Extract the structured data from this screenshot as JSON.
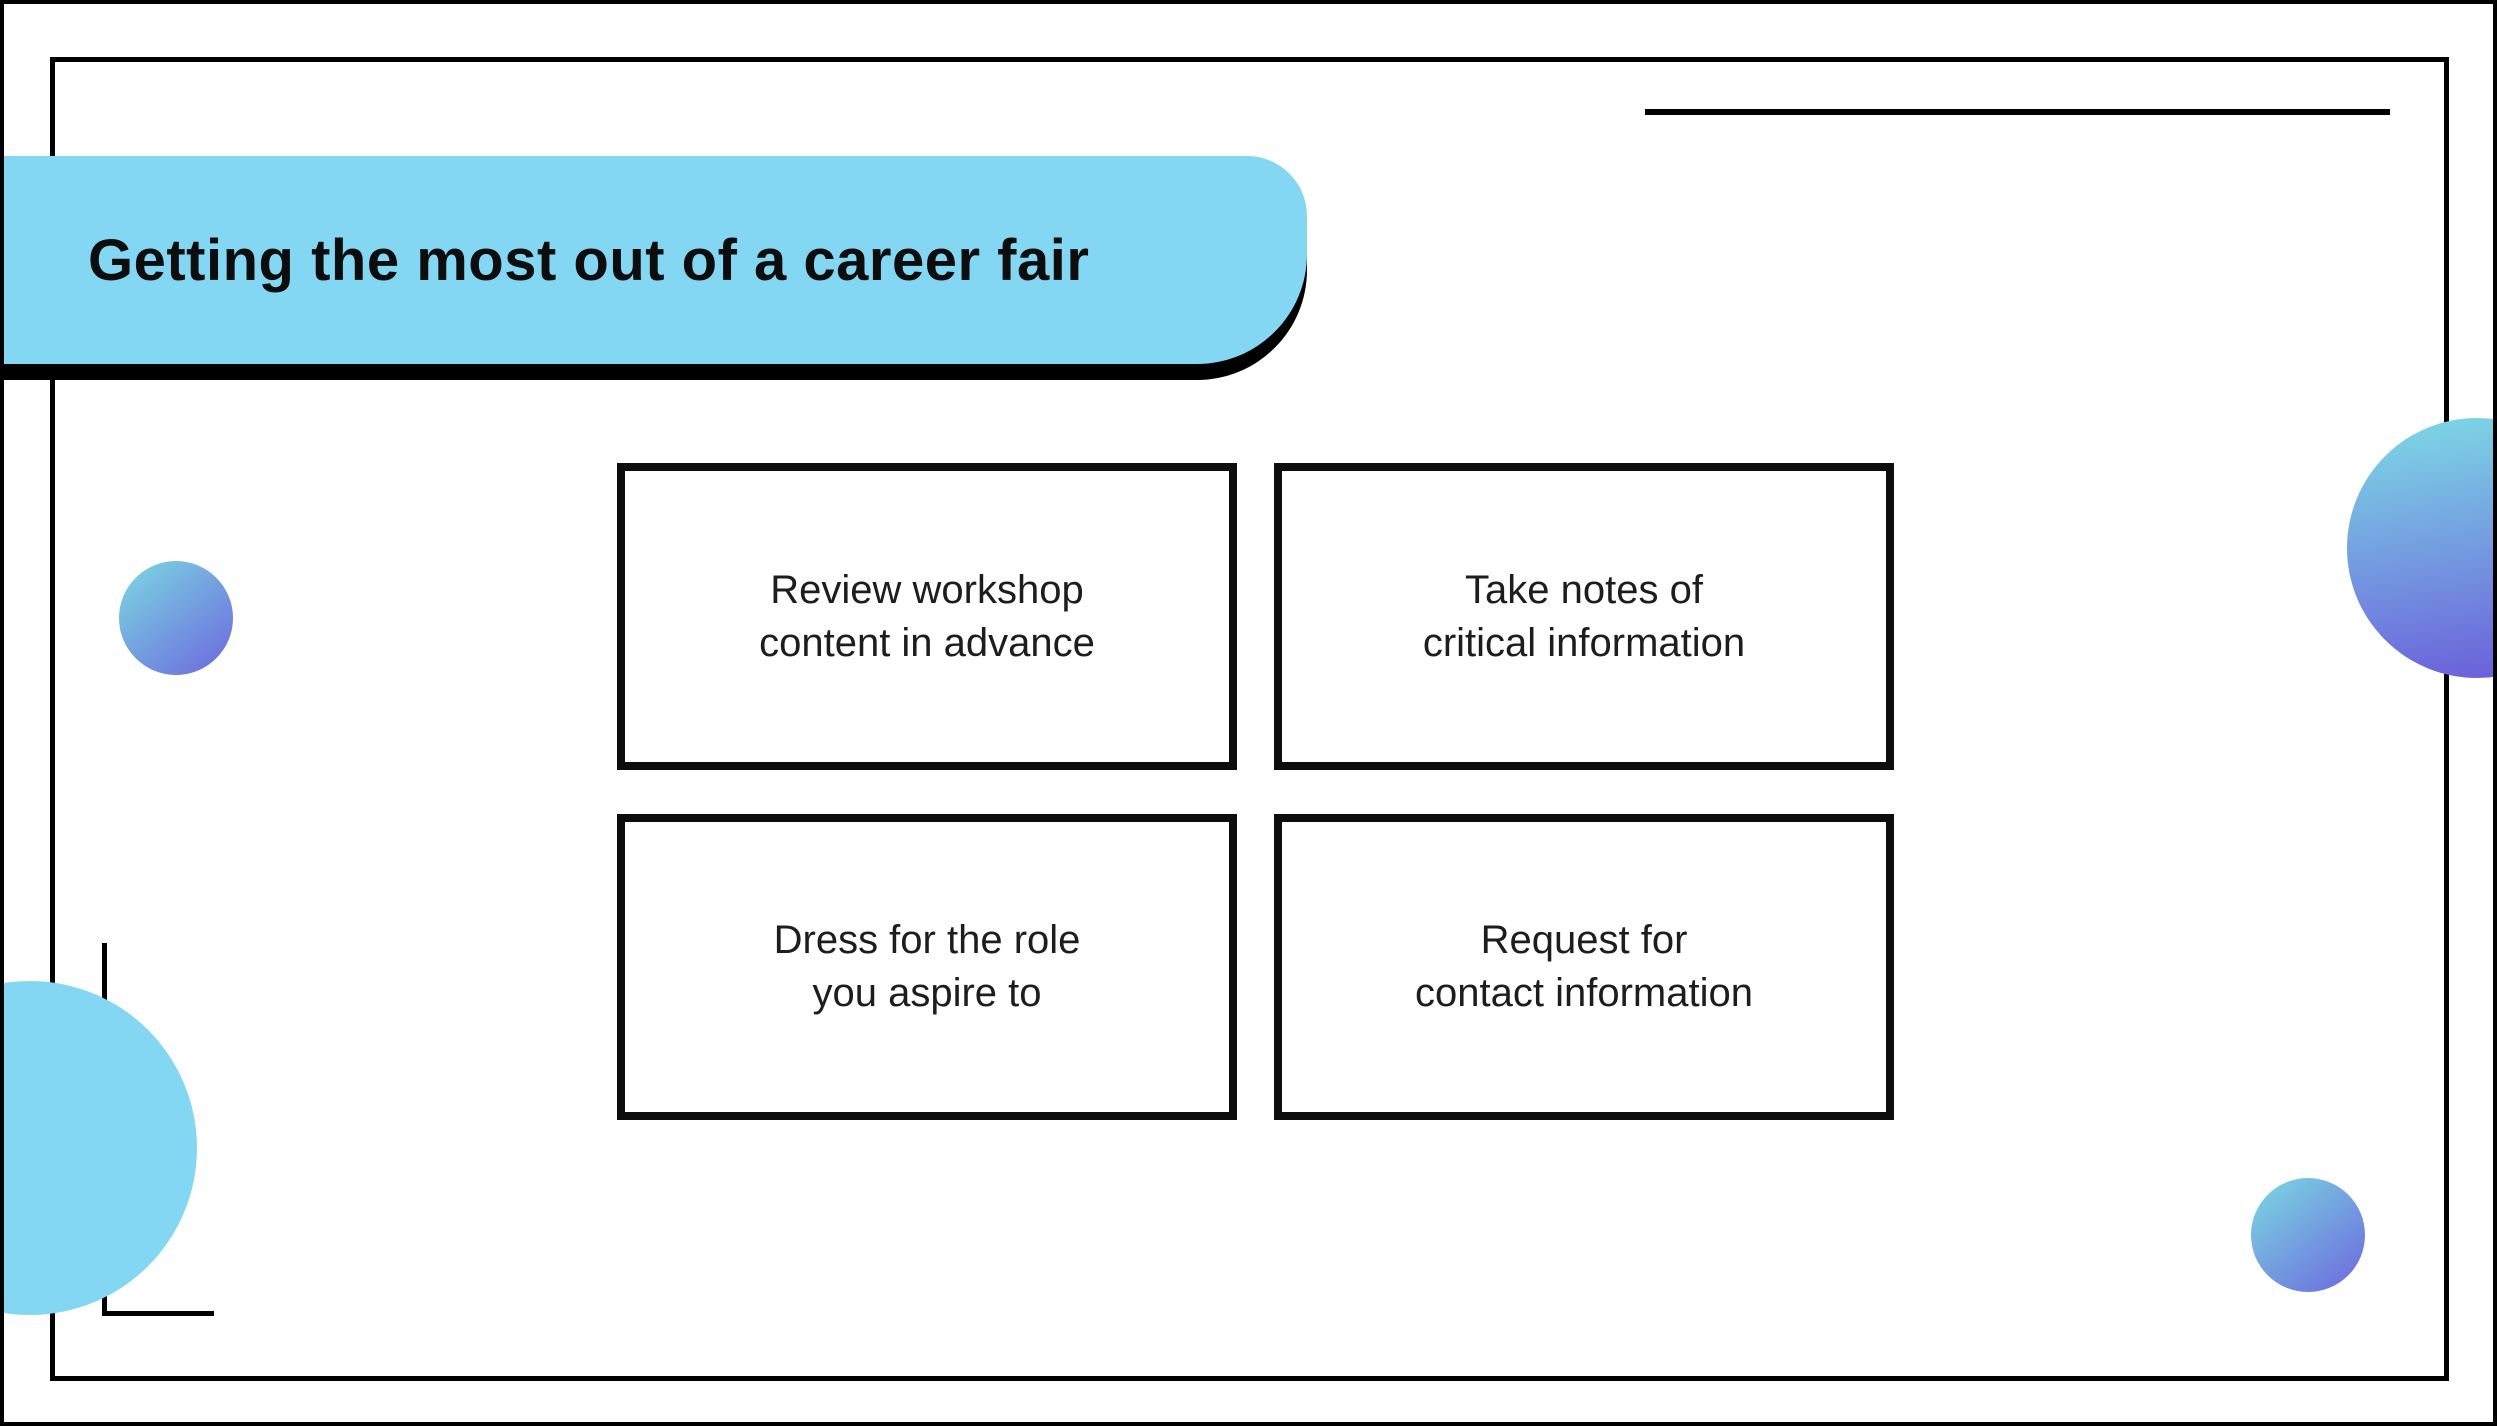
{
  "slide": {
    "title": "Getting the most out of a career fair",
    "cards": [
      {
        "line1": "Review workshop",
        "line2": "content in advance"
      },
      {
        "line1": "Take notes of",
        "line2": "critical information"
      },
      {
        "line1": "Dress for the role",
        "line2": "you aspire to"
      },
      {
        "line1": "Request for",
        "line2": "contact information"
      }
    ],
    "colors": {
      "banner_blue": "#84d7f3",
      "line_black": "#000000",
      "gradient_teal": "#7cdae2",
      "gradient_purple": "#6b66de",
      "bottom_left_circle_blue": "#84d7f3"
    }
  }
}
